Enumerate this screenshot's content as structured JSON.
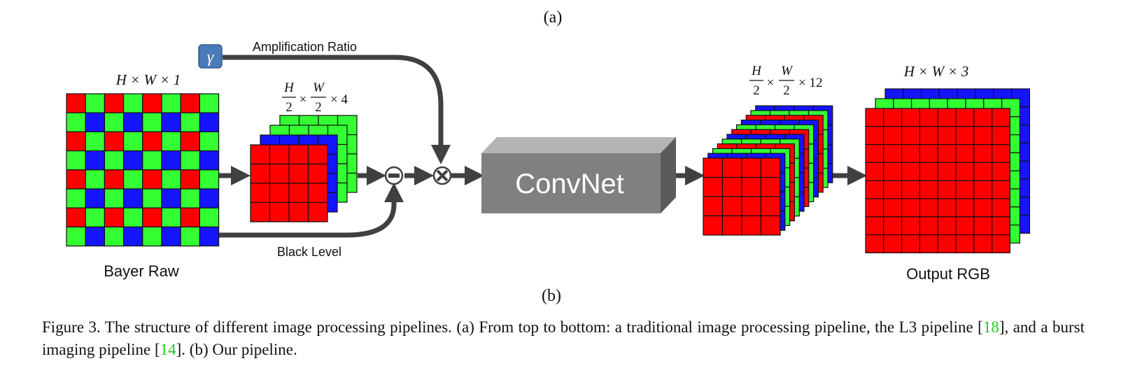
{
  "figure": {
    "label_a": "(a)",
    "label_b": "(b)",
    "gamma": "γ",
    "amplification_label": "Amplification Ratio",
    "black_level_label": "Black Level",
    "convnet_label": "ConvNet",
    "bayer_label": "Bayer Raw",
    "output_label": "Output RGB",
    "bayer_dims": "H × W × 1",
    "packed_dims": {
      "h": "H",
      "w": "W",
      "den": "2",
      "times": "×",
      "suffix": "× 4"
    },
    "feature_dims": {
      "h": "H",
      "w": "W",
      "den": "2",
      "times": "×",
      "suffix": "× 12"
    },
    "output_dims": "H × W × 3",
    "colors": {
      "red": "#ff0000",
      "green": "#33ff33",
      "blue": "#1414ff",
      "arrow": "#404040",
      "convnet_front": "#808080",
      "convnet_top": "#b4b4b4",
      "convnet_side": "#5a5a5a",
      "gamma_box": "#4a7ab8"
    }
  },
  "caption": {
    "part1": "Figure 3. The structure of different image processing pipelines. (a) From top to bottom: a traditional image processing pipeline, the L3 pipeline [",
    "ref1": "18",
    "part2": "], and a burst imaging pipeline [",
    "ref2": "14",
    "part3": "]. (b) Our pipeline."
  }
}
